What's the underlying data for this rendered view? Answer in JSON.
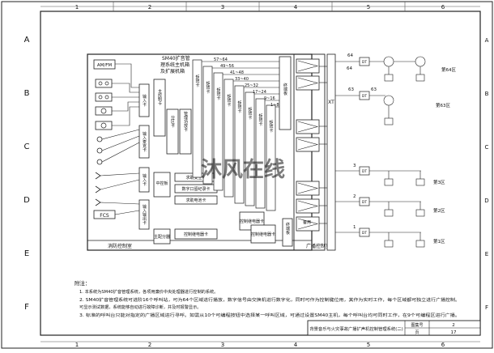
{
  "frame": {
    "col_numbers": [
      "1",
      "2",
      "3",
      "4",
      "5",
      "6"
    ],
    "row_letters": [
      "A",
      "B",
      "C",
      "D",
      "E",
      "F"
    ]
  },
  "panels": {
    "fire_room": "消防控制室",
    "broadcast_room": "广播控制室"
  },
  "sources": {
    "tuner": "AM/FM",
    "fcs": "FCS"
  },
  "main_unit": {
    "title_lines": [
      "SM40扩音管",
      "理系统主机箱",
      "及扩展机箱"
    ]
  },
  "cards": {
    "input_card": "输入卡",
    "input_mic_card": "输入麦克卡",
    "input_card_2": "输入卡",
    "input_mic_card_2": "输入输出卡",
    "main_control": "主控制卡",
    "partition": "分区卡",
    "mid_control": "中控板",
    "main_power": "主配分器",
    "voice_card": "求助受生卡",
    "digital_card": "数字口留纪录卡",
    "matrix_card": "求助电池卡",
    "relay_box": "控制继电器卡",
    "control_relay": "控制继电器卡",
    "control_relay_2": "控制继电器卡",
    "terminal": "终端板",
    "terminal_2": "终端板",
    "matrix": "矩阵卡",
    "amp_mgmt": "管理功放卡",
    "standby": "备用",
    "xt": "XT"
  },
  "ranges": [
    "57~64",
    "49~56",
    "41~48",
    "33~40",
    "25~32",
    "17~24",
    "9~16",
    "1~8"
  ],
  "zones": {
    "z64_top": "64",
    "z64_label": "64",
    "z63_top": "63",
    "z63_label": "63",
    "z3": "3",
    "z2": "2",
    "z1": "1",
    "dt": "DT",
    "zone64_name": "第64区",
    "zone63_name": "第63区",
    "zone3_name": "第3区",
    "zone2_name": "第2区",
    "zone1_name": "第1区"
  },
  "watermark": "沐风在线",
  "notes": {
    "heading": "附注：",
    "lines": [
      "1. 本系统为SM40扩音管理系统，各项用廉价中央处理器进行控制的系统。",
      "2. SM40扩音管理系统可进阶16个呼叫站，可为64个区域进行播放，数字信号由交换机进行数字化，同时可作为控制键位用，其作为实时工作，每个区域都可独立进行广播控制。",
      "   可显示测试数据，系统能够自动进行故障诊断，并及时报警显示。",
      "3. 标准的呼叫台只能对指定的广播区域进行寻呼。如需从10个可编程按钮中选择某一呼叫区域，可通过设置SM40主机，每个呼叫台均可同时工作，在9个可编程区进行广播。"
    ]
  },
  "title_block": {
    "drawing_name": "背景音乐与火灾事故广播扩声机控制管理系统(二)",
    "drawing_no_label": "图集号",
    "drawing_no": "2",
    "page_label": "页",
    "page_no": "17"
  }
}
